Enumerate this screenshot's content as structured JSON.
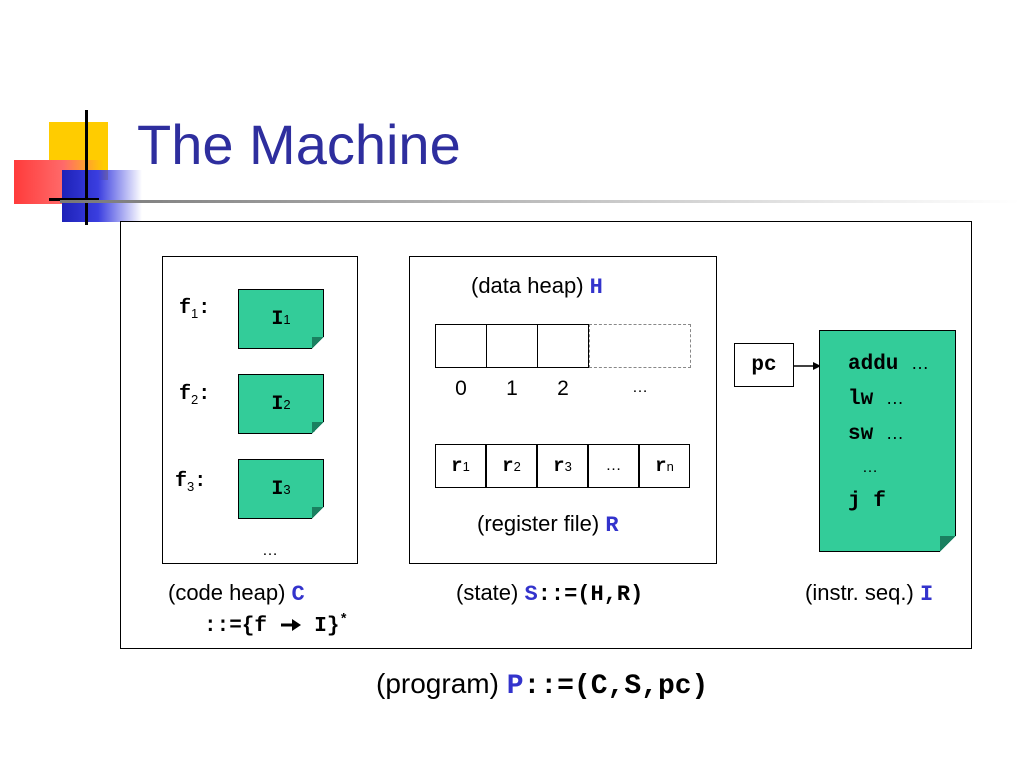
{
  "slide": {
    "title": "The Machine"
  },
  "code_heap": {
    "items": [
      {
        "label": "f",
        "sub": "1",
        "instr": "I",
        "instr_sub": "1"
      },
      {
        "label": "f",
        "sub": "2",
        "instr": "I",
        "instr_sub": "2"
      },
      {
        "label": "f",
        "sub": "3",
        "instr": "I",
        "instr_sub": "3"
      }
    ],
    "colon": ":",
    "ellipsis": "…",
    "caption_text": "(code heap)",
    "caption_symbol": "C",
    "definition_prefix": "::={f",
    "definition_suffix": "I}",
    "definition_star": "*"
  },
  "data_heap": {
    "caption_text": "(data heap)",
    "caption_symbol": "H",
    "indices": [
      "0",
      "1",
      "2",
      "…"
    ]
  },
  "register_file": {
    "registers": [
      {
        "name": "r",
        "sub": "1"
      },
      {
        "name": "r",
        "sub": "2"
      },
      {
        "name": "r",
        "sub": "3"
      },
      {
        "name": "…",
        "sub": ""
      },
      {
        "name": "r",
        "sub": "n"
      }
    ],
    "caption_text": "(register file)",
    "caption_symbol": "R"
  },
  "state": {
    "caption_text": "(state)",
    "caption_symbol": "S",
    "caption_def": "::=(H,R)"
  },
  "pc": {
    "label": "pc"
  },
  "instr_seq": {
    "lines": [
      {
        "op": "addu",
        "rest": "…"
      },
      {
        "op": "lw",
        "rest": "…"
      },
      {
        "op": "sw",
        "rest": "…"
      },
      {
        "op": "",
        "rest": "…"
      },
      {
        "op": "j f",
        "rest": ""
      }
    ],
    "caption_text": "(instr. seq.)",
    "caption_symbol": "I"
  },
  "program": {
    "caption_text": "(program)",
    "caption_symbol": "P",
    "caption_def": "::=(C,S,pc)"
  },
  "colors": {
    "note_green": "#33cc99",
    "title_blue": "#2e2e9e",
    "symbol_blue": "#3333cc"
  }
}
